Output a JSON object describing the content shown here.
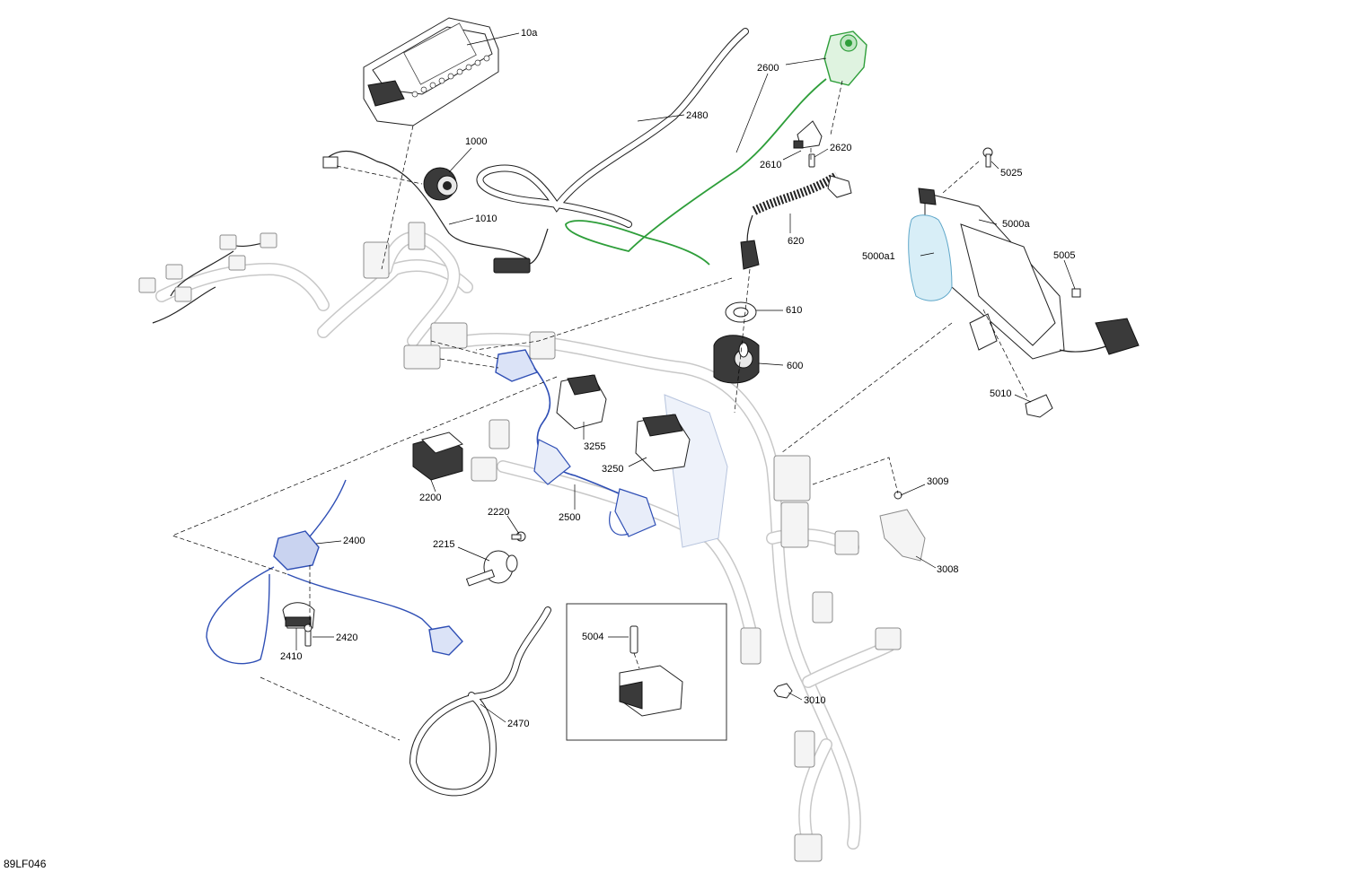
{
  "figure_code": "89LF046",
  "callouts": [
    {
      "id": "c-10a",
      "text": "10a"
    },
    {
      "id": "c-1000",
      "text": "1000"
    },
    {
      "id": "c-1010",
      "text": "1010"
    },
    {
      "id": "c-2480",
      "text": "2480"
    },
    {
      "id": "c-2600",
      "text": "2600"
    },
    {
      "id": "c-2610",
      "text": "2610"
    },
    {
      "id": "c-2620",
      "text": "2620"
    },
    {
      "id": "c-620",
      "text": "620"
    },
    {
      "id": "c-610",
      "text": "610"
    },
    {
      "id": "c-600",
      "text": "600"
    },
    {
      "id": "c-5025",
      "text": "5025"
    },
    {
      "id": "c-5000a",
      "text": "5000a"
    },
    {
      "id": "c-5000a1",
      "text": "5000a1"
    },
    {
      "id": "c-5005",
      "text": "5005"
    },
    {
      "id": "c-5010",
      "text": "5010"
    },
    {
      "id": "c-3255",
      "text": "3255"
    },
    {
      "id": "c-3250",
      "text": "3250"
    },
    {
      "id": "c-2200",
      "text": "2200"
    },
    {
      "id": "c-2500",
      "text": "2500"
    },
    {
      "id": "c-2220",
      "text": "2220"
    },
    {
      "id": "c-2215",
      "text": "2215"
    },
    {
      "id": "c-2400",
      "text": "2400"
    },
    {
      "id": "c-2410",
      "text": "2410"
    },
    {
      "id": "c-2420",
      "text": "2420"
    },
    {
      "id": "c-2470",
      "text": "2470"
    },
    {
      "id": "c-5004",
      "text": "5004"
    },
    {
      "id": "c-3009",
      "text": "3009"
    },
    {
      "id": "c-3008",
      "text": "3008"
    },
    {
      "id": "c-3010",
      "text": "3010"
    }
  ],
  "colors": {
    "highlight_green": "#2e9e3a",
    "highlight_blue": "#2f4fb5",
    "harness_gray": "#c8c8c8",
    "line": "#000000"
  }
}
